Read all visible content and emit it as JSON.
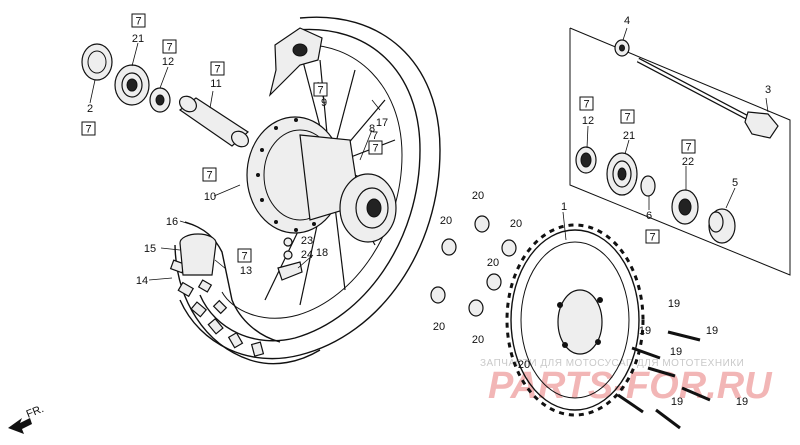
{
  "callouts": [
    {
      "id": "1",
      "text": "1"
    },
    {
      "id": "2",
      "text": "2"
    },
    {
      "id": "3",
      "text": "3"
    },
    {
      "id": "4",
      "text": "4"
    },
    {
      "id": "5",
      "text": "5"
    },
    {
      "id": "6",
      "text": "6"
    },
    {
      "id": "7",
      "text": "7"
    },
    {
      "id": "8",
      "text": "8"
    },
    {
      "id": "9",
      "text": "9"
    },
    {
      "id": "10",
      "text": "10"
    },
    {
      "id": "11",
      "text": "11"
    },
    {
      "id": "12a",
      "text": "12"
    },
    {
      "id": "12b",
      "text": "12"
    },
    {
      "id": "13",
      "text": "13"
    },
    {
      "id": "14",
      "text": "14"
    },
    {
      "id": "15",
      "text": "15"
    },
    {
      "id": "16",
      "text": "16"
    },
    {
      "id": "17",
      "text": "17"
    },
    {
      "id": "18",
      "text": "18"
    },
    {
      "id": "19a",
      "text": "19"
    },
    {
      "id": "19b",
      "text": "19"
    },
    {
      "id": "19c",
      "text": "19"
    },
    {
      "id": "19d",
      "text": "19"
    },
    {
      "id": "19e",
      "text": "19"
    },
    {
      "id": "19f",
      "text": "19"
    },
    {
      "id": "20a",
      "text": "20"
    },
    {
      "id": "20b",
      "text": "20"
    },
    {
      "id": "20c",
      "text": "20"
    },
    {
      "id": "20d",
      "text": "20"
    },
    {
      "id": "20e",
      "text": "20"
    },
    {
      "id": "20f",
      "text": "20"
    },
    {
      "id": "20g",
      "text": "20"
    },
    {
      "id": "21a",
      "text": "21"
    },
    {
      "id": "21b",
      "text": "21"
    },
    {
      "id": "22",
      "text": "22"
    },
    {
      "id": "23",
      "text": "23"
    },
    {
      "id": "24",
      "text": "24"
    }
  ],
  "boxed_marker": "7",
  "direction_arrow": "FR.",
  "watermark": {
    "caption": "ЗАПЧАСТИ ДЛЯ МОТОСУСАП ДЛЯ МОТОТЕХНИКИ",
    "brand": "PARTS-FOR.RU"
  },
  "icons": {
    "arrow": "direction-arrow-icon",
    "marker": "boxed-reference-icon"
  }
}
